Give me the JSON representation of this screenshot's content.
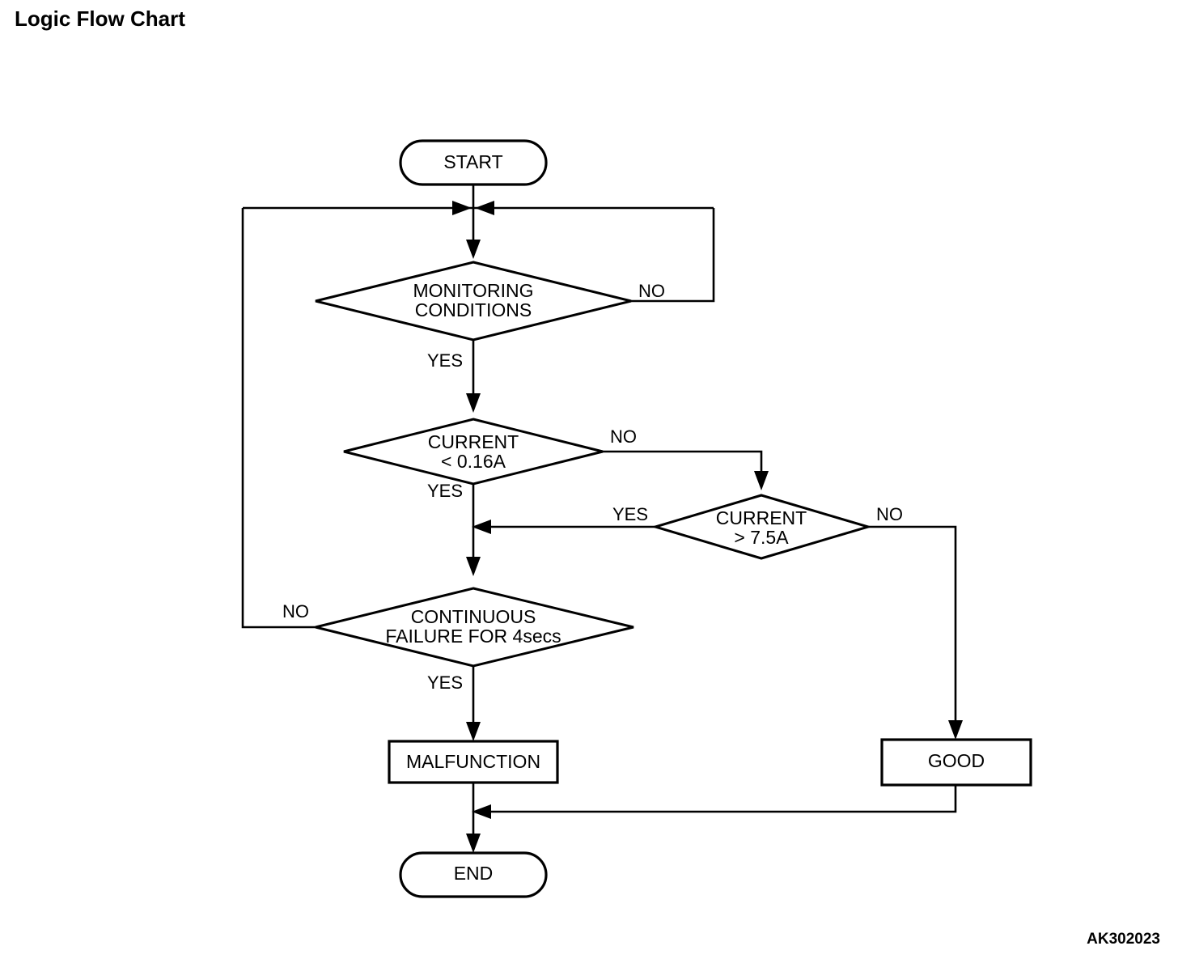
{
  "page": {
    "title": "Logic Flow Chart",
    "figure_code": "AK302023",
    "background_color": "#ffffff",
    "line_color": "#000000"
  },
  "chart_data": {
    "type": "diagram",
    "diagram_kind": "flowchart",
    "title": "Logic Flow Chart",
    "nodes": [
      {
        "id": "start",
        "shape": "stadium",
        "label": "START"
      },
      {
        "id": "monitoring",
        "shape": "diamond",
        "label_line1": "MONITORING",
        "label_line2": "CONDITIONS"
      },
      {
        "id": "cur_low",
        "shape": "diamond",
        "label_line1": "CURRENT",
        "label_line2": "< 0.16A"
      },
      {
        "id": "cur_high",
        "shape": "diamond",
        "label_line1": "CURRENT",
        "label_line2": "> 7.5A"
      },
      {
        "id": "cont_fail",
        "shape": "diamond",
        "label_line1": "CONTINUOUS",
        "label_line2": "FAILURE FOR 4secs"
      },
      {
        "id": "malfunction",
        "shape": "rectangle",
        "label": "MALFUNCTION"
      },
      {
        "id": "good",
        "shape": "rectangle",
        "label": "GOOD"
      },
      {
        "id": "end",
        "shape": "stadium",
        "label": "END"
      }
    ],
    "edges": [
      {
        "from": "start",
        "to": "monitoring",
        "label": ""
      },
      {
        "from": "monitoring",
        "to": "cur_low",
        "label": "YES"
      },
      {
        "from": "monitoring",
        "to": "start_join",
        "label": "NO"
      },
      {
        "from": "cur_low",
        "to": "cont_fail",
        "label": "YES"
      },
      {
        "from": "cur_low",
        "to": "cur_high",
        "label": "NO"
      },
      {
        "from": "cur_high",
        "to": "cont_fail",
        "label": "YES"
      },
      {
        "from": "cur_high",
        "to": "good",
        "label": "NO"
      },
      {
        "from": "cont_fail",
        "to": "malfunction",
        "label": "YES"
      },
      {
        "from": "cont_fail",
        "to": "start_join",
        "label": "NO"
      },
      {
        "from": "malfunction",
        "to": "end",
        "label": ""
      },
      {
        "from": "good",
        "to": "end",
        "label": ""
      }
    ],
    "branch_labels": {
      "monitoring_no": "NO",
      "monitoring_yes": "YES",
      "cur_low_no": "NO",
      "cur_low_yes": "YES",
      "cur_high_yes": "YES",
      "cur_high_no": "NO",
      "cont_fail_no": "NO",
      "cont_fail_yes": "YES"
    }
  }
}
